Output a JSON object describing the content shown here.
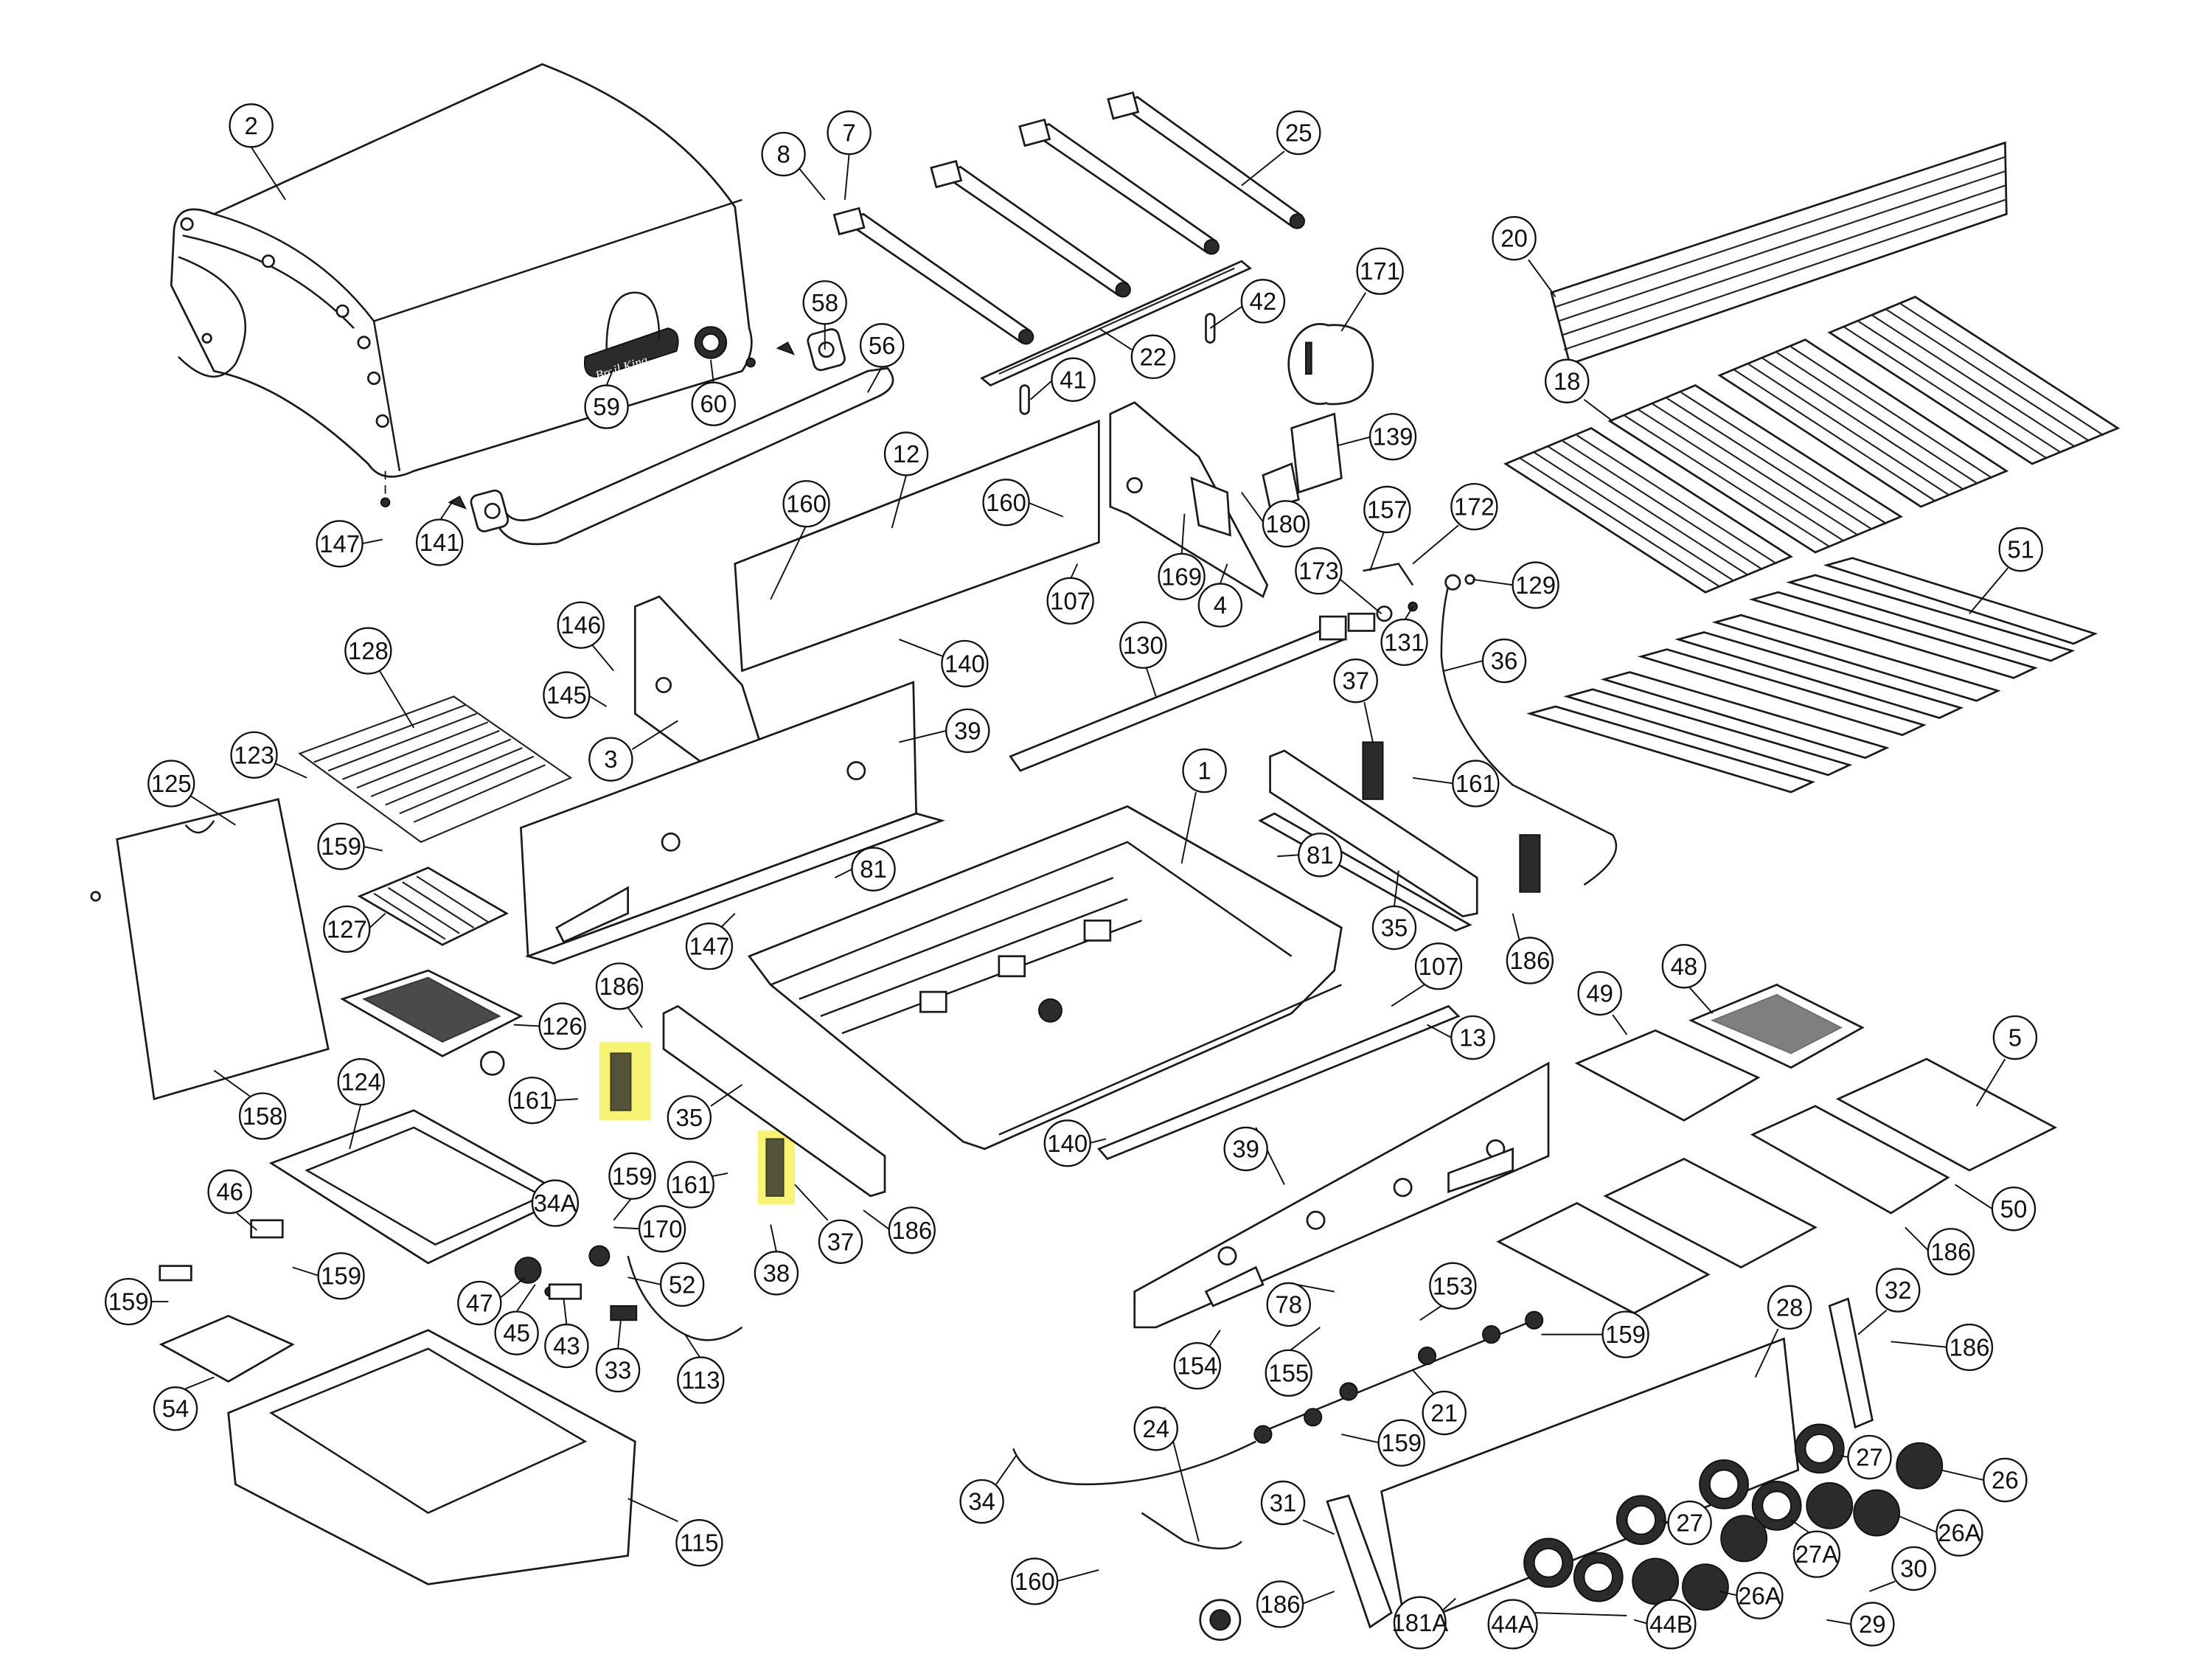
{
  "diagram": {
    "title": "Gas grill exploded parts diagram",
    "highlight_color": "#f6f25a",
    "line_color": "#1a1a1a",
    "lid_logo": "Broil King",
    "callouts": [
      {
        "id": "c-2",
        "label": "2",
        "part": "lid"
      },
      {
        "id": "c-8",
        "label": "8",
        "part": "burner-screw"
      },
      {
        "id": "c-7",
        "label": "7",
        "part": "burner-pin"
      },
      {
        "id": "c-25",
        "label": "25",
        "part": "main-burner"
      },
      {
        "id": "c-58",
        "label": "58",
        "part": "handle-bracket"
      },
      {
        "id": "c-56",
        "label": "56",
        "part": "handle"
      },
      {
        "id": "c-41",
        "label": "41",
        "part": "spacer"
      },
      {
        "id": "c-22",
        "label": "22",
        "part": "crossover-channel"
      },
      {
        "id": "c-42",
        "label": "42",
        "part": "spacer"
      },
      {
        "id": "c-171",
        "label": "171",
        "part": "rotisserie-motor"
      },
      {
        "id": "c-20",
        "label": "20",
        "part": "warming-rack"
      },
      {
        "id": "c-18",
        "label": "18",
        "part": "cooking-grids"
      },
      {
        "id": "c-139",
        "label": "139",
        "part": "motor-bracket"
      },
      {
        "id": "c-59",
        "label": "59",
        "part": "logo-plate"
      },
      {
        "id": "c-60",
        "label": "60",
        "part": "thermometer"
      },
      {
        "id": "c-12",
        "label": "12",
        "part": "rear-panel"
      },
      {
        "id": "c-160a",
        "label": "160",
        "part": "screw"
      },
      {
        "id": "c-160b",
        "label": "160",
        "part": "screw"
      },
      {
        "id": "c-180",
        "label": "180",
        "part": "screw"
      },
      {
        "id": "c-157",
        "label": "157",
        "part": "rotisserie-fitting"
      },
      {
        "id": "c-172",
        "label": "172",
        "part": "rotisserie-tube"
      },
      {
        "id": "c-173",
        "label": "173",
        "part": "nut"
      },
      {
        "id": "c-129",
        "label": "129",
        "part": "fitting"
      },
      {
        "id": "c-147a",
        "label": "147",
        "part": "nut"
      },
      {
        "id": "c-141",
        "label": "141",
        "part": "bolt"
      },
      {
        "id": "c-169",
        "label": "169",
        "part": "screw"
      },
      {
        "id": "c-4",
        "label": "4",
        "part": "right-side-casting"
      },
      {
        "id": "c-107a",
        "label": "107",
        "part": "screw"
      },
      {
        "id": "c-131",
        "label": "131",
        "part": "orifice"
      },
      {
        "id": "c-140a",
        "label": "140",
        "part": "screw"
      },
      {
        "id": "c-146",
        "label": "146",
        "part": "screw"
      },
      {
        "id": "c-145",
        "label": "145",
        "part": "pin"
      },
      {
        "id": "c-128",
        "label": "128",
        "part": "side-burner-grid"
      },
      {
        "id": "c-130",
        "label": "130",
        "part": "rear-burner"
      },
      {
        "id": "c-36",
        "label": "36",
        "part": "gas-line"
      },
      {
        "id": "c-51",
        "label": "51",
        "part": "flav-r-wave"
      },
      {
        "id": "c-3",
        "label": "3",
        "part": "left-side-casting"
      },
      {
        "id": "c-39a",
        "label": "39",
        "part": "cart-panel"
      },
      {
        "id": "c-37a",
        "label": "37",
        "part": "hinge-bracket"
      },
      {
        "id": "c-161a",
        "label": "161",
        "part": "screw"
      },
      {
        "id": "c-123",
        "label": "123",
        "part": "nut"
      },
      {
        "id": "c-125",
        "label": "125",
        "part": "side-shelf"
      },
      {
        "id": "c-1",
        "label": "1",
        "part": "firebox"
      },
      {
        "id": "c-81a",
        "label": "81",
        "part": "bolt"
      },
      {
        "id": "c-81b",
        "label": "81",
        "part": "bolt"
      },
      {
        "id": "c-159a",
        "label": "159",
        "part": "screw"
      },
      {
        "id": "c-35a",
        "label": "35",
        "part": "support-rail"
      },
      {
        "id": "c-186a",
        "label": "186",
        "part": "screw"
      },
      {
        "id": "c-127",
        "label": "127",
        "part": "infrared-burner-grid"
      },
      {
        "id": "c-147b",
        "label": "147",
        "part": "nut"
      },
      {
        "id": "c-107b",
        "label": "107",
        "part": "screw"
      },
      {
        "id": "c-186b",
        "label": "186",
        "part": "screw"
      },
      {
        "id": "c-49",
        "label": "49",
        "part": "drip-tray"
      },
      {
        "id": "c-48",
        "label": "48",
        "part": "drip-pan-liner"
      },
      {
        "id": "c-5",
        "label": "5",
        "part": "heat-shield"
      },
      {
        "id": "c-13",
        "label": "13",
        "part": "rail"
      },
      {
        "id": "c-126",
        "label": "126",
        "part": "side-burner"
      },
      {
        "id": "c-124",
        "label": "124",
        "part": "side-burner-housing"
      },
      {
        "id": "c-161b",
        "label": "161",
        "part": "screw"
      },
      {
        "id": "c-35b",
        "label": "35",
        "part": "support-rail"
      },
      {
        "id": "c-158",
        "label": "158",
        "part": "screw"
      },
      {
        "id": "c-140b",
        "label": "140",
        "part": "screw"
      },
      {
        "id": "c-39b",
        "label": "39",
        "part": "cart-panel"
      },
      {
        "id": "c-34A",
        "label": "34A",
        "part": "igniter-wire"
      },
      {
        "id": "c-159b",
        "label": "159",
        "part": "screw"
      },
      {
        "id": "c-161c",
        "label": "161",
        "part": "screw"
      },
      {
        "id": "c-50",
        "label": "50",
        "part": "drip-tray-support"
      },
      {
        "id": "c-46",
        "label": "46",
        "part": "bracket"
      },
      {
        "id": "c-170",
        "label": "170",
        "part": "valve"
      },
      {
        "id": "c-37b",
        "label": "37",
        "part": "hinge-bracket"
      },
      {
        "id": "c-186c",
        "label": "186",
        "part": "screw"
      },
      {
        "id": "c-186d",
        "label": "186",
        "part": "screw"
      },
      {
        "id": "c-159c",
        "label": "159",
        "part": "screw"
      },
      {
        "id": "c-47",
        "label": "47",
        "part": "knob-bezel"
      },
      {
        "id": "c-52",
        "label": "52",
        "part": "fitting"
      },
      {
        "id": "c-38",
        "label": "38",
        "part": "hinge-pin"
      },
      {
        "id": "c-153",
        "label": "153",
        "part": "clip"
      },
      {
        "id": "c-78",
        "label": "78",
        "part": "bracket"
      },
      {
        "id": "c-159d",
        "label": "159",
        "part": "screw"
      },
      {
        "id": "c-28",
        "label": "28",
        "part": "control-panel"
      },
      {
        "id": "c-32",
        "label": "32",
        "part": "control-panel-end-cap"
      },
      {
        "id": "c-45",
        "label": "45",
        "part": "nut"
      },
      {
        "id": "c-43",
        "label": "43",
        "part": "bracket"
      },
      {
        "id": "c-159e",
        "label": "159",
        "part": "screw"
      },
      {
        "id": "c-186e",
        "label": "186",
        "part": "screw"
      },
      {
        "id": "c-33",
        "label": "33",
        "part": "igniter-electrode"
      },
      {
        "id": "c-113",
        "label": "113",
        "part": "wire"
      },
      {
        "id": "c-154",
        "label": "154",
        "part": "clip"
      },
      {
        "id": "c-155",
        "label": "155",
        "part": "screw"
      },
      {
        "id": "c-54",
        "label": "54",
        "part": "side-burner-drip-tray"
      },
      {
        "id": "c-21",
        "label": "21",
        "part": "valve-manifold"
      },
      {
        "id": "c-24",
        "label": "24",
        "part": "regulator-hose"
      },
      {
        "id": "c-159f",
        "label": "159",
        "part": "screw"
      },
      {
        "id": "c-27a",
        "label": "27",
        "part": "bezel"
      },
      {
        "id": "c-26a",
        "label": "26",
        "part": "control-knob"
      },
      {
        "id": "c-115",
        "label": "115",
        "part": "side-burner-lid"
      },
      {
        "id": "c-34",
        "label": "34",
        "part": "igniter-wire"
      },
      {
        "id": "c-27b",
        "label": "27",
        "part": "bezel"
      },
      {
        "id": "c-26Aa",
        "label": "26A",
        "part": "control-knob"
      },
      {
        "id": "c-27A",
        "label": "27A",
        "part": "bezel"
      },
      {
        "id": "c-31",
        "label": "31",
        "part": "control-panel-end-cap"
      },
      {
        "id": "c-30",
        "label": "30",
        "part": "clip"
      },
      {
        "id": "c-160c",
        "label": "160",
        "part": "screw"
      },
      {
        "id": "c-186f",
        "label": "186",
        "part": "screw"
      },
      {
        "id": "c-181A",
        "label": "181A",
        "part": "igniter-module"
      },
      {
        "id": "c-44A",
        "label": "44A",
        "part": "igniter-wire"
      },
      {
        "id": "c-44B",
        "label": "44B",
        "part": "igniter-button"
      },
      {
        "id": "c-26Ab",
        "label": "26A",
        "part": "control-knob"
      },
      {
        "id": "c-29",
        "label": "29",
        "part": "clip"
      }
    ]
  }
}
